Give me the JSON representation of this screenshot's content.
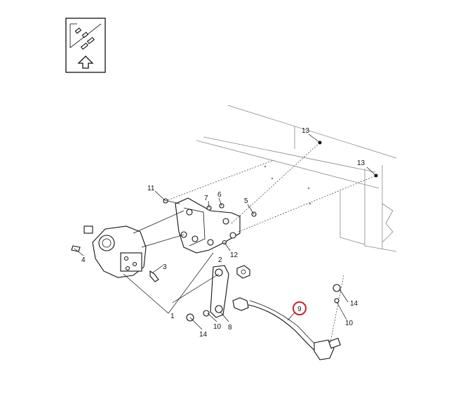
{
  "orientation_icon": "front-direction-arrow-icon",
  "callouts": {
    "c1": "1",
    "c2": "2",
    "c3": "3",
    "c4": "4",
    "c5": "5",
    "c6": "6",
    "c7": "7",
    "c8": "8",
    "c9": "9",
    "c10a": "10",
    "c10b": "10",
    "c11": "11",
    "c12": "12",
    "c13a": "13",
    "c13b": "13",
    "c14a": "14",
    "c14b": "14"
  },
  "highlighted_callout": "c9",
  "colors": {
    "highlight": "#cc1f2a",
    "line": "#111111"
  }
}
